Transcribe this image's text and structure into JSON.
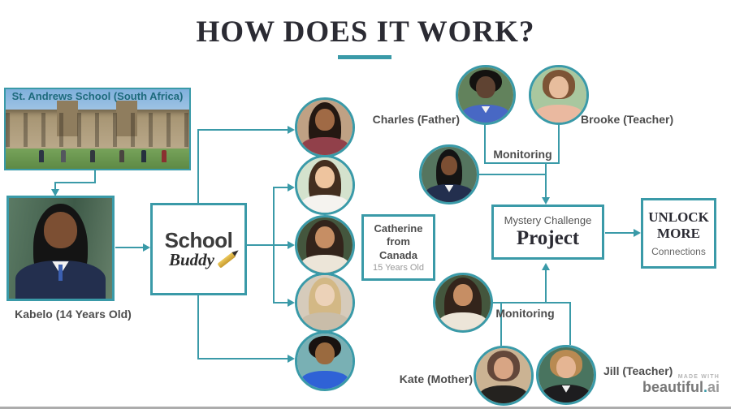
{
  "slide": {
    "title": "HOW DOES IT WORK?"
  },
  "school": {
    "label": "St. Andrews School (South Africa)"
  },
  "kabelo": {
    "label": "Kabelo (14 Years Old)"
  },
  "logo": {
    "word1": "School",
    "word2": "Buddy"
  },
  "catherine_box": {
    "line1": "Catherine",
    "line2": "from",
    "line3": "Canada",
    "subtitle": "15 Years Old"
  },
  "top_monitoring": {
    "father_label": "Charles (Father)",
    "teacher_label": "Brooke (Teacher)",
    "monitoring_label": "Monitoring"
  },
  "project_box": {
    "line1": "Mystery Challenge",
    "line2": "Project"
  },
  "unlock_box": {
    "line1": "UNLOCK",
    "line2": "MORE",
    "subtitle": "Connections"
  },
  "bottom_monitoring": {
    "mother_label": "Kate (Mother)",
    "teacher_label": "Jill (Teacher)",
    "monitoring_label": "Monitoring"
  },
  "watermark": {
    "made_with": "MADE WITH",
    "brand": "beautiful",
    "dot": ".",
    "suffix": "ai"
  },
  "portraits": {
    "buddy1": "girl-long-dark-hair-maroon-top",
    "buddy2": "girl-white-shirt",
    "buddy3": "girl-curly-hair",
    "buddy4": "girl-blonde",
    "buddy5": "boy-blue-tank-top",
    "kabelo": "schoolgirl-navy-uniform",
    "charles": "man-blue-vest",
    "brooke": "woman-peach-top",
    "catherine": "girl-curly-hair",
    "kate": "woman-black-tank-top",
    "jill": "woman-black-vest-white-shirt"
  },
  "colors": {
    "accent": "#3a9aa8",
    "ink": "#2b2b33",
    "label": "#4d4d4d",
    "muted": "#9a9a9a",
    "pencil_gold": "#d9a53c"
  }
}
